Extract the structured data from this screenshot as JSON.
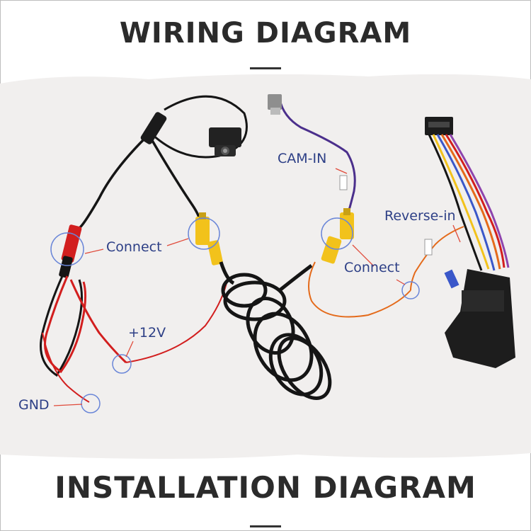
{
  "header": {
    "title": "WIRING DIAGRAM"
  },
  "footer": {
    "title": "INSTALLATION DIAGRAM"
  },
  "labels": {
    "connect_left": "Connect",
    "connect_right": "Connect",
    "cam_in": "CAM-IN",
    "reverse_in": "Reverse-in",
    "plus12v": "+12V",
    "gnd": "GND"
  },
  "colors": {
    "label_text": "#2d3f86",
    "callout_line": "#e04a3a",
    "callout_circle": "#6a86d8",
    "rca_yellow": "#f2c21b",
    "power_red": "#d21e1e",
    "cable_black": "#151515"
  }
}
